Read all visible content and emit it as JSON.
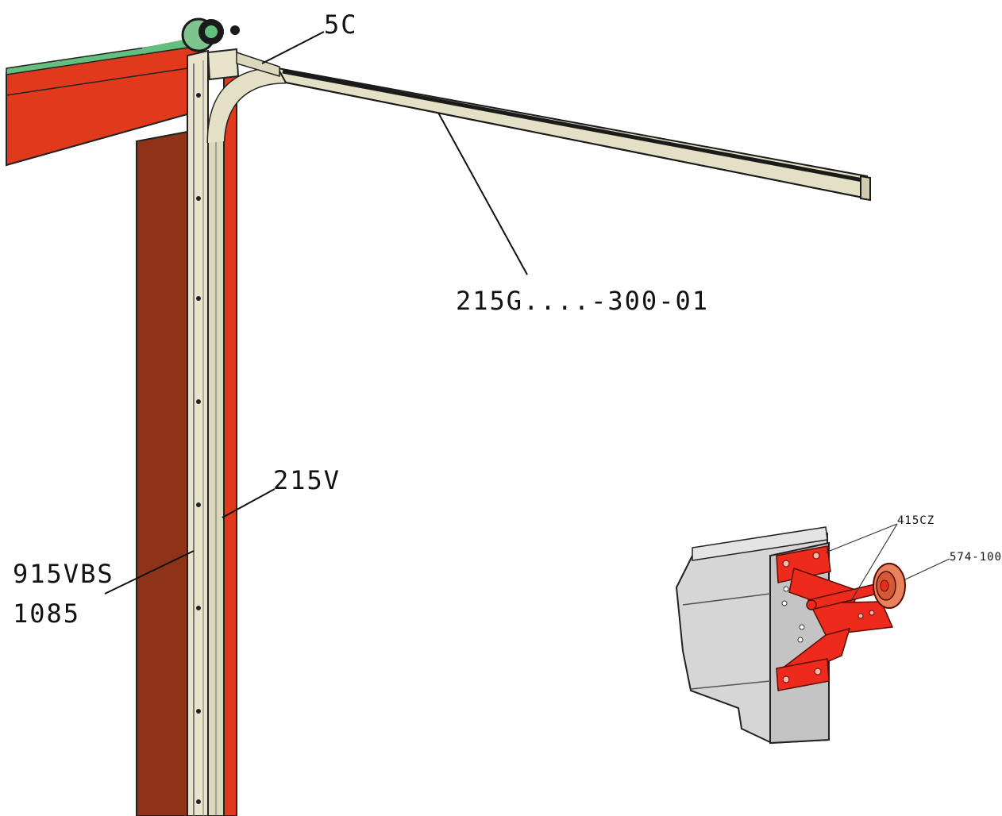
{
  "colors": {
    "background": "#ffffff",
    "panel_red": "#e0391c",
    "panel_dark": "#8e3218",
    "rail_fill": "#e4e0c6",
    "rail_dark": "#1a1a1a",
    "shaft_green": "#63bf7e",
    "part_red": "#ee2a1c",
    "panel_grey": "#d6d6d6"
  },
  "labels": {
    "spring": "5C",
    "horizontal_track": "215G....-300-01",
    "vertical_track": "215V",
    "angle_line1": "915VBS",
    "angle_line2": "1085",
    "hinge": "415CZ",
    "roller": "574-100"
  }
}
